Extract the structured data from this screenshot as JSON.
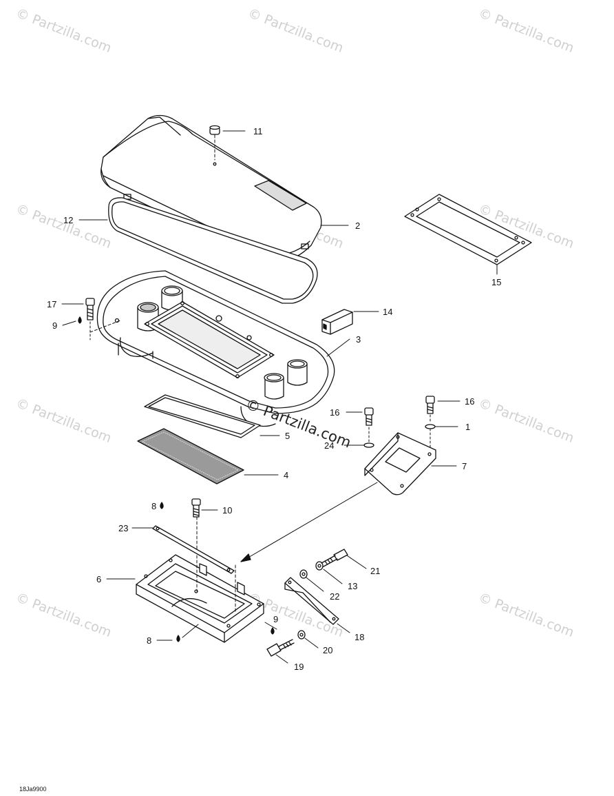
{
  "watermark": "© Partzilla.com",
  "center_watermark": "© Partzilla.com",
  "reference_code": "18Ja9900",
  "callouts": {
    "c1": "1",
    "c2": "2",
    "c3": "3",
    "c4": "4",
    "c5": "5",
    "c6": "6",
    "c7": "7",
    "c8a": "8",
    "c8b": "8",
    "c9a": "9",
    "c9b": "9",
    "c10": "10",
    "c11": "11",
    "c12": "12",
    "c13": "13",
    "c14": "14",
    "c15": "15",
    "c16a": "16",
    "c16b": "16",
    "c17": "17",
    "c18": "18",
    "c19": "19",
    "c20": "20",
    "c21": "21",
    "c22": "22",
    "c23": "23",
    "c24": "24"
  }
}
